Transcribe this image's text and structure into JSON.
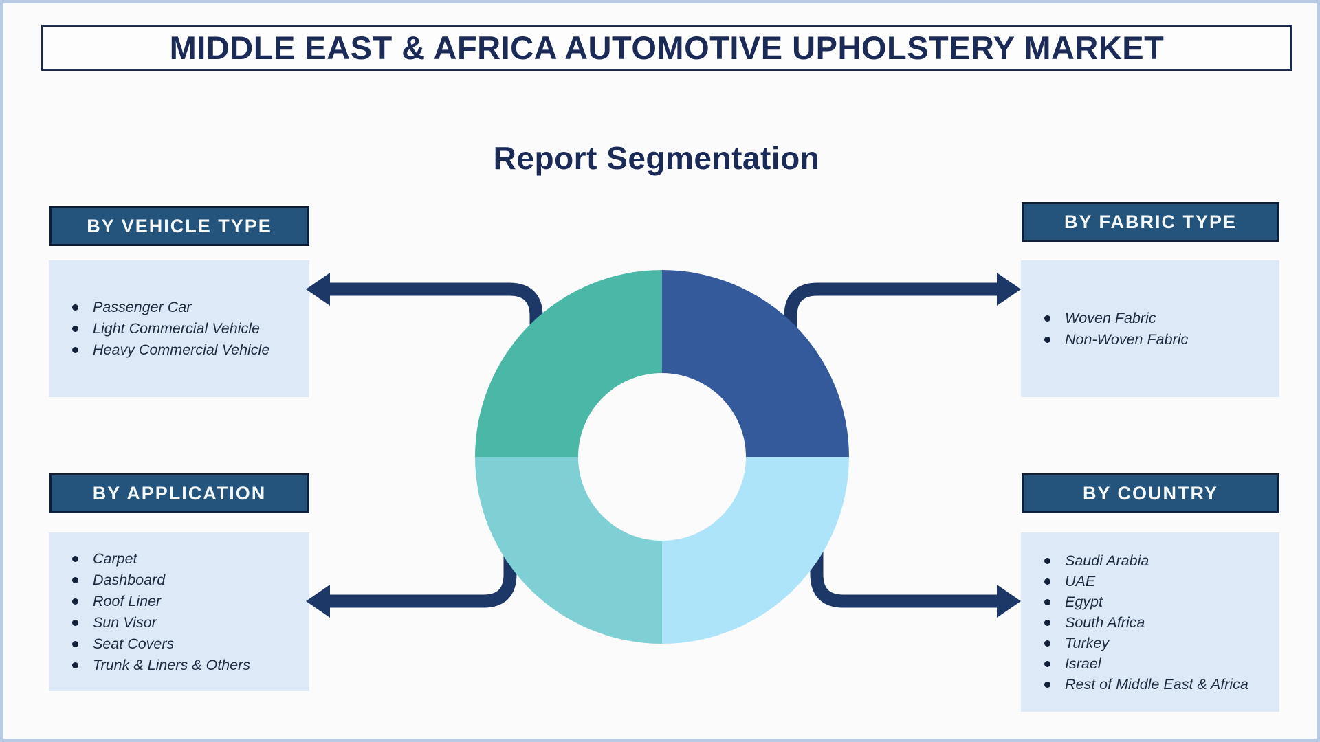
{
  "title": "MIDDLE EAST & AFRICA AUTOMOTIVE UPHOLSTERY MARKET",
  "subtitle": "Report Segmentation",
  "sections": {
    "vehicle_type": {
      "heading": "BY VEHICLE TYPE",
      "items": [
        "Passenger Car",
        "Light Commercial Vehicle",
        "Heavy Commercial Vehicle"
      ]
    },
    "fabric_type": {
      "heading": "BY FABRIC TYPE",
      "items": [
        "Woven Fabric",
        "Non-Woven Fabric"
      ]
    },
    "application": {
      "heading": "BY APPLICATION",
      "items": [
        "Carpet",
        "Dashboard",
        "Roof Liner",
        "Sun Visor",
        "Seat Covers",
        "Trunk & Liners & Others"
      ]
    },
    "country": {
      "heading": "BY COUNTRY",
      "items": [
        "Saudi Arabia",
        "UAE",
        "Egypt",
        "South Africa",
        "Turkey",
        "Israel",
        "Rest of Middle East & Africa"
      ]
    }
  },
  "chart_data": {
    "type": "pie",
    "subtype": "donut",
    "title": "Report Segmentation",
    "categories": [
      "By Fabric Type",
      "By Country",
      "By Application",
      "By Vehicle Type"
    ],
    "values": [
      25,
      25,
      25,
      25
    ],
    "segment_positions": [
      "top-right",
      "bottom-right",
      "bottom-left",
      "top-left"
    ],
    "segment_colors": [
      "#345a9b",
      "#ade4f9",
      "#7fd0d4",
      "#4bb8a7"
    ],
    "legend_position": "none",
    "data_labels": "none"
  },
  "colors": {
    "frame_border": "#b9cbe2",
    "page_bg": "#fbfbfc",
    "navy": "#1b2a56",
    "header_bg": "#24537c",
    "header_border": "#101f38",
    "header_text": "#f6f9fc",
    "list_bg": "#dde9f6",
    "list_text": "#1d2c42",
    "arrow": "#1d3767",
    "donut_top_right": "#345a9b",
    "donut_bottom_right": "#ade4f9",
    "donut_bottom_left": "#7fd0d4",
    "donut_top_left": "#4bb8a7"
  }
}
